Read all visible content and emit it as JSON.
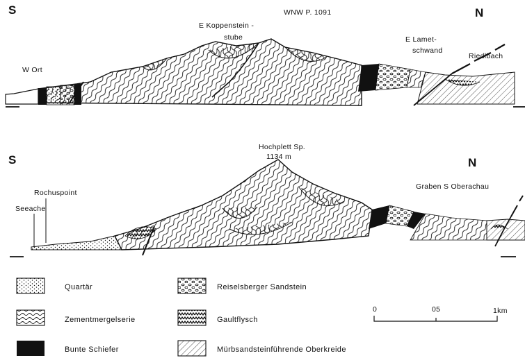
{
  "profile1": {
    "left_dir": "S",
    "right_dir": "N",
    "title": "WNW P. 1091",
    "labels": {
      "ort": "W Ort",
      "kop1": "E Koppenstein -",
      "kop2": "stube",
      "lam1": "E Lamet-",
      "lam2": "schwand",
      "ried": "Riedlbach"
    }
  },
  "profile2": {
    "left_dir": "S",
    "right_dir": "N",
    "peak1": "Hochplett Sp.",
    "peak2": "1134 m",
    "labels": {
      "rochus": "Rochuspoint",
      "seeache": "Seeache",
      "graben": "Graben S Oberachau"
    }
  },
  "legend": [
    {
      "label": "Quartär",
      "pattern": "dots"
    },
    {
      "label": "Zementmergelserie",
      "pattern": "waves"
    },
    {
      "label": "Bunte Schiefer",
      "pattern": "solid"
    },
    {
      "label": "Reiselsberger Sandstein",
      "pattern": "circles"
    },
    {
      "label": "Gaultflysch",
      "pattern": "zigzag"
    },
    {
      "label": "Mürbsandsteinführende Oberkreide",
      "pattern": "hatch"
    }
  ],
  "scale": {
    "t0": "0",
    "t1": "05",
    "t2": "1km"
  }
}
